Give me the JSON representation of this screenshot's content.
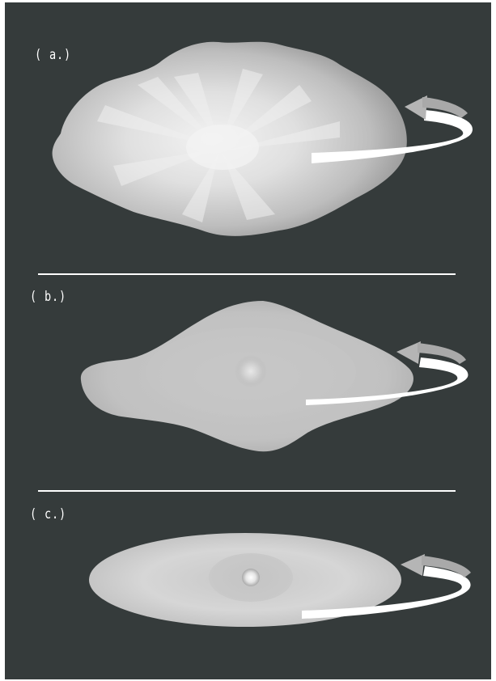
{
  "panels": [
    {
      "id": "a",
      "label": "( a.)",
      "description": "irregular cloud with radial streaks, rotating"
    },
    {
      "id": "b",
      "label": "( b.)",
      "description": "flattened rotating cloud with central core"
    },
    {
      "id": "c",
      "label": "( c.)",
      "description": "elliptical rotating disk with bright central core"
    }
  ],
  "colors": {
    "background": "#353b3b",
    "divider": "#ffffff",
    "arrow": "#ffffff",
    "arrow_head": "#b5b5b5"
  }
}
